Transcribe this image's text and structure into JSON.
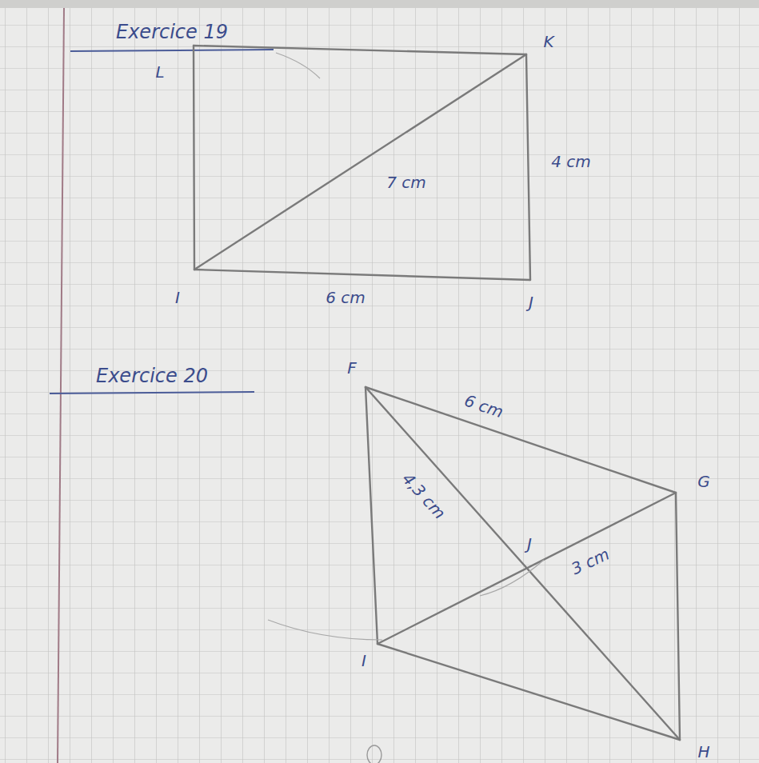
{
  "diagram": {
    "labels": [
      "Exercice 19",
      "L",
      "K",
      "7 cm",
      "4 cm",
      "I",
      "6 cm",
      "J",
      "Exercice 20",
      "F",
      "6 cm",
      "4,3 cm",
      "G",
      "J",
      "3 cm",
      "I",
      "H"
    ]
  }
}
